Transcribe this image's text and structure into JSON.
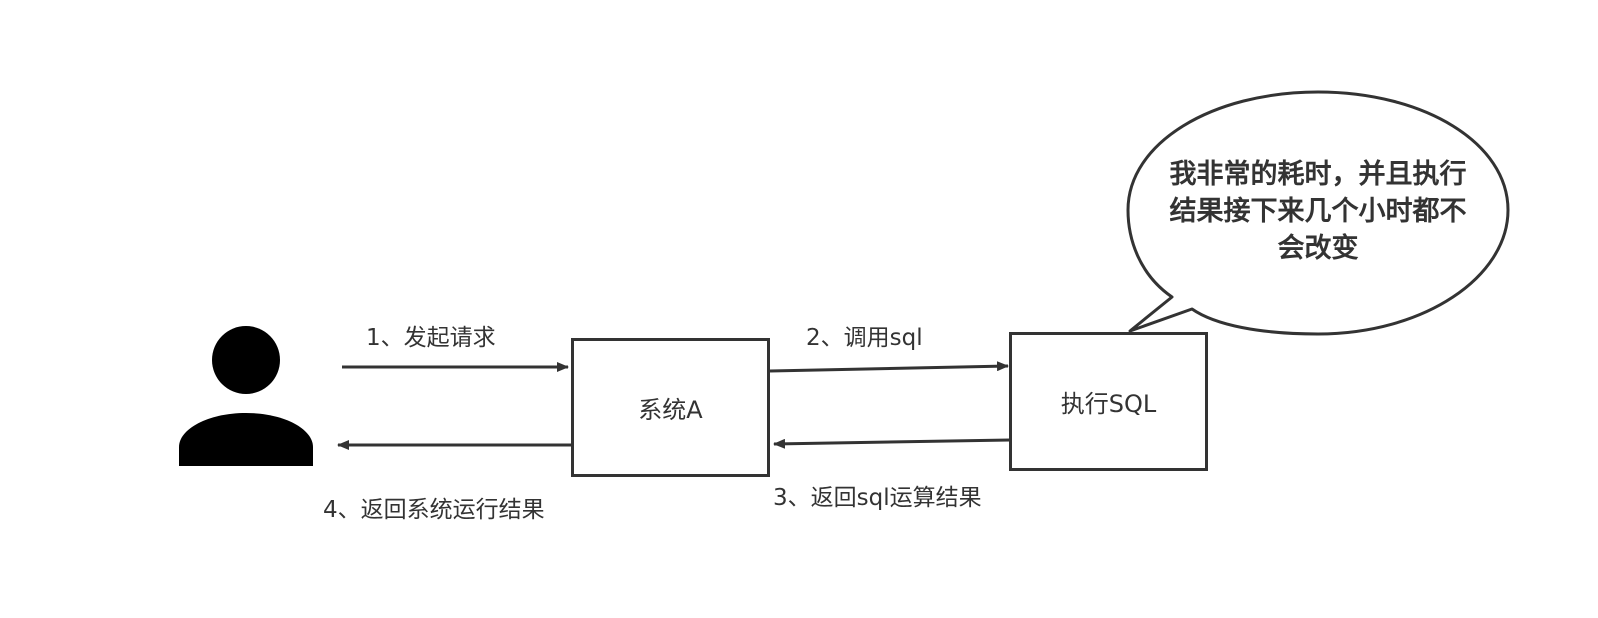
{
  "nodes": {
    "user": {
      "icon": "person-icon"
    },
    "system_a": {
      "label": "系统A"
    },
    "exec_sql": {
      "label": "执行SQL"
    }
  },
  "edges": {
    "e1": {
      "label": "1、发起请求"
    },
    "e2": {
      "label": "2、调用sql"
    },
    "e3": {
      "label": "3、返回sql运算结果"
    },
    "e4": {
      "label": "4、返回系统运行结果"
    }
  },
  "callout": {
    "lines": [
      "我非常的耗时，并且执行",
      "结果接下来几个小时都不",
      "会改变"
    ]
  },
  "colors": {
    "stroke": "#333333",
    "text": "#333333",
    "icon": "#000000",
    "background": "#ffffff"
  }
}
